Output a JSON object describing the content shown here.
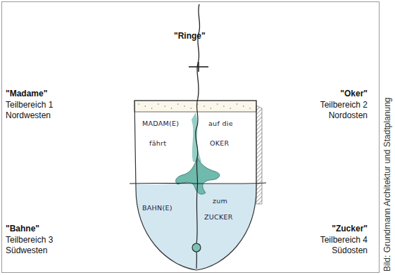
{
  "diagram": {
    "nodes": [
      {
        "text": [
          "MADAM(E)",
          "fährt",
          "auf die",
          "OKER",
          "BAHN(E)",
          "zum",
          "ZUCKER"
        ]
      }
    ],
    "labels": [
      "\"Ringe\"",
      "\"Madame\"",
      "Teilbereich 1 Nordwesten",
      "\"Oker\"",
      "Teilbereich 2 Nordosten",
      "\"Bahne\"",
      "Teilbereich 3 Südwesten",
      "\"Zucker\"",
      "Teilbereich 4 Südosten",
      "Bild: Grundmann Architektur und Stadtplanung"
    ]
  }
}
